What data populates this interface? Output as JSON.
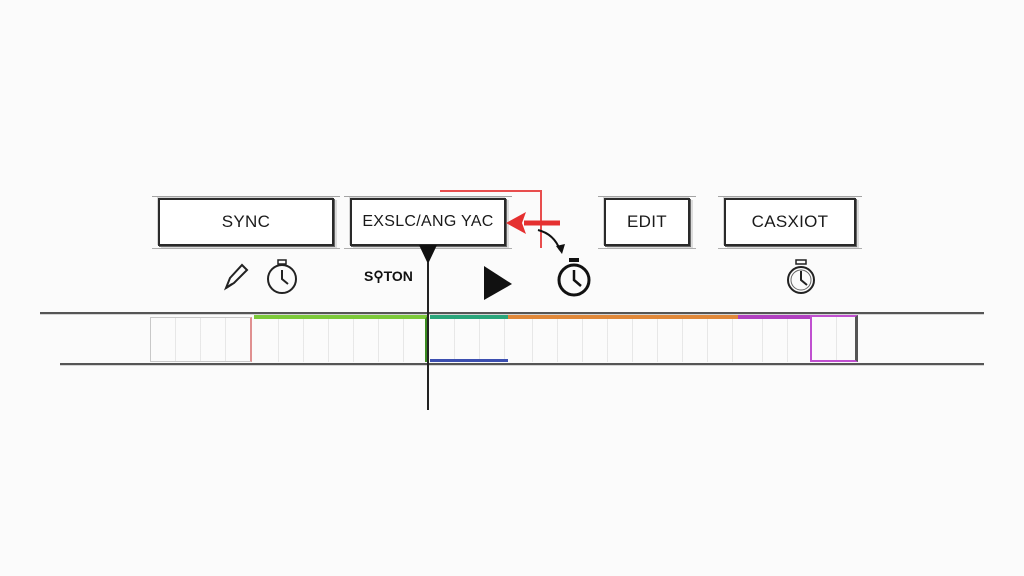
{
  "toolbar": {
    "buttons": [
      {
        "id": "sync",
        "label": "SYNC"
      },
      {
        "id": "exslc",
        "label": "EXSLC/ANG YAC"
      },
      {
        "id": "edit",
        "label": "EDIT"
      },
      {
        "id": "casxiot",
        "label": "CASXIOT"
      }
    ]
  },
  "icons": {
    "pencil": "pencil-icon",
    "stopwatch_1": "stopwatch-icon",
    "play": "play-icon",
    "stopwatch_2": "stopwatch-icon",
    "stopwatch_3": "stopwatch-icon",
    "red_arrow": "arrow-left-icon",
    "curved_arrow": "curved-arrow-icon"
  },
  "playhead": {
    "label": "S⚲TON"
  },
  "timeline": {
    "segments": [
      {
        "name": "gray",
        "color": "#bdbdbd"
      },
      {
        "name": "green",
        "color": "#7cc93a"
      },
      {
        "name": "teal",
        "color": "#2aa57a"
      },
      {
        "name": "blue",
        "color": "#3c4fb0"
      },
      {
        "name": "orange",
        "color": "#e0883a"
      },
      {
        "name": "purple",
        "color": "#b040c0"
      }
    ]
  },
  "colors": {
    "accent_red": "#e53030",
    "ink": "#1a1a1a"
  }
}
